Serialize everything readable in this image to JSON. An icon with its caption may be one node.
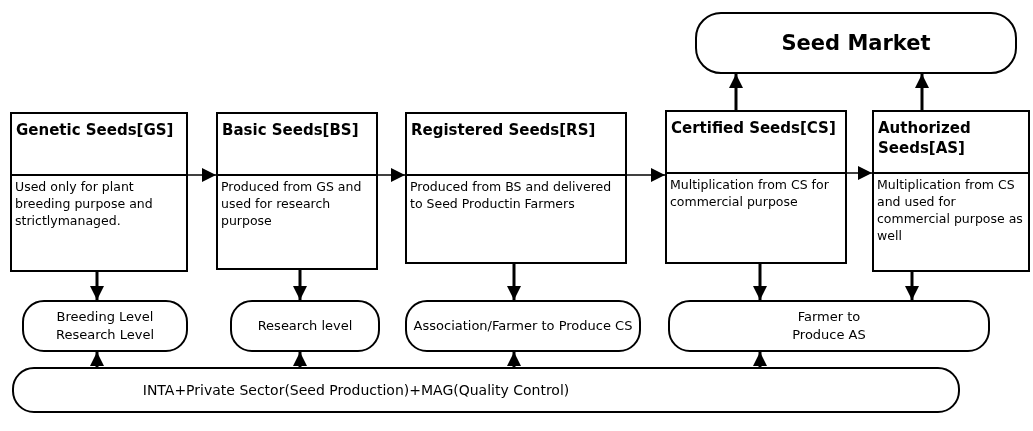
{
  "diagram": {
    "nodes": [
      {
        "text": [
          "Seed Market"
        ]
      },
      {
        "text": [
          "Genetic Seeds[GS]",
          "Used only for plant breeding purpose and strictlymanaged."
        ]
      },
      {
        "text": [
          "Basic Seeds[BS]",
          "Produced from GS and used for research purpose"
        ]
      },
      {
        "text": [
          "Registered Seeds[RS]",
          "Produced from BS and delivered to Seed Productin Farmers"
        ]
      },
      {
        "text": [
          "Certified Seeds[CS]",
          "Multiplication from CS for commercial purpose"
        ]
      },
      {
        "text": [
          "Authorized Seeds[AS]",
          "Multiplication from CS and used for commercial purpose as well"
        ]
      },
      {
        "text": [
          "Breeding Level Research Level"
        ]
      },
      {
        "text": [
          "Research level"
        ]
      },
      {
        "text": [
          "Association/Farmer to Produce CS"
        ]
      },
      {
        "text": [
          "Farmer to Produce AS"
        ]
      },
      {
        "text": [
          "INTA+Private Sector(Seed Production)+MAG(Quality Control)"
        ]
      }
    ],
    "edges": [
      {
        "from": 1,
        "to": 2,
        "arrow": "to"
      },
      {
        "from": 2,
        "to": 3,
        "arrow": "to"
      },
      {
        "from": 3,
        "to": 4,
        "arrow": "to"
      },
      {
        "from": 4,
        "to": 5,
        "arrow": "to"
      },
      {
        "from": 4,
        "to": 0,
        "arrow": "to"
      },
      {
        "from": 5,
        "to": 0,
        "arrow": "to"
      },
      {
        "from": 1,
        "to": 6,
        "arrow": "to"
      },
      {
        "from": 2,
        "to": 7,
        "arrow": "to"
      },
      {
        "from": 3,
        "to": 8,
        "arrow": "to"
      },
      {
        "from": 4,
        "to": 9,
        "arrow": "to"
      },
      {
        "from": 5,
        "to": 9,
        "arrow": "to"
      },
      {
        "from": 10,
        "to": 6,
        "arrow": "to"
      },
      {
        "from": 10,
        "to": 7,
        "arrow": "to"
      },
      {
        "from": 10,
        "to": 8,
        "arrow": "to"
      },
      {
        "from": 10,
        "to": 9,
        "arrow": "to"
      }
    ]
  }
}
